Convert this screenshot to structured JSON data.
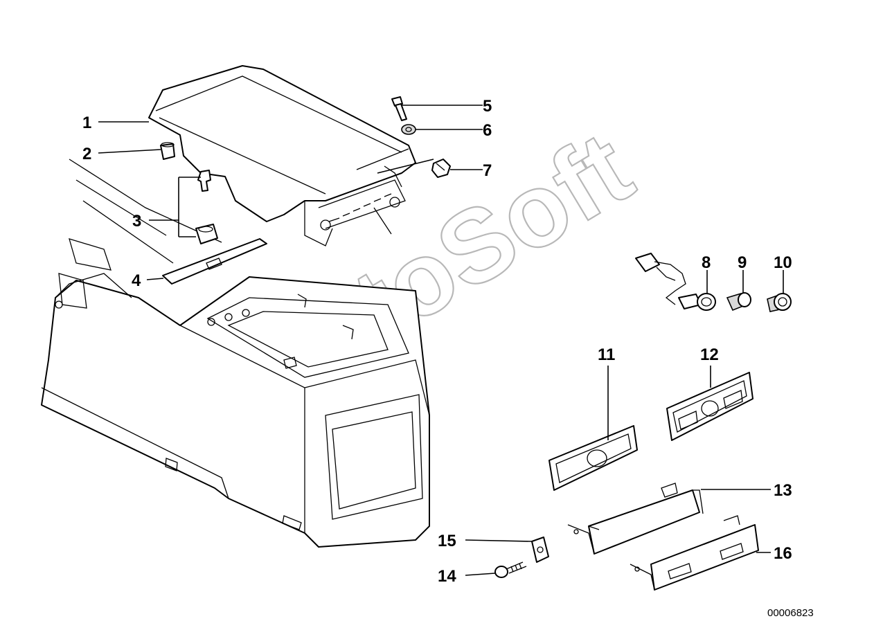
{
  "watermark": "AutoSoft",
  "document_id": "00006823",
  "callouts": [
    "1",
    "2",
    "3",
    "4",
    "5",
    "6",
    "7",
    "8",
    "9",
    "10",
    "11",
    "12",
    "13",
    "14",
    "15",
    "16"
  ],
  "colors": {
    "line": "#000000",
    "background": "#ffffff",
    "watermark": "#b8b8b8"
  }
}
